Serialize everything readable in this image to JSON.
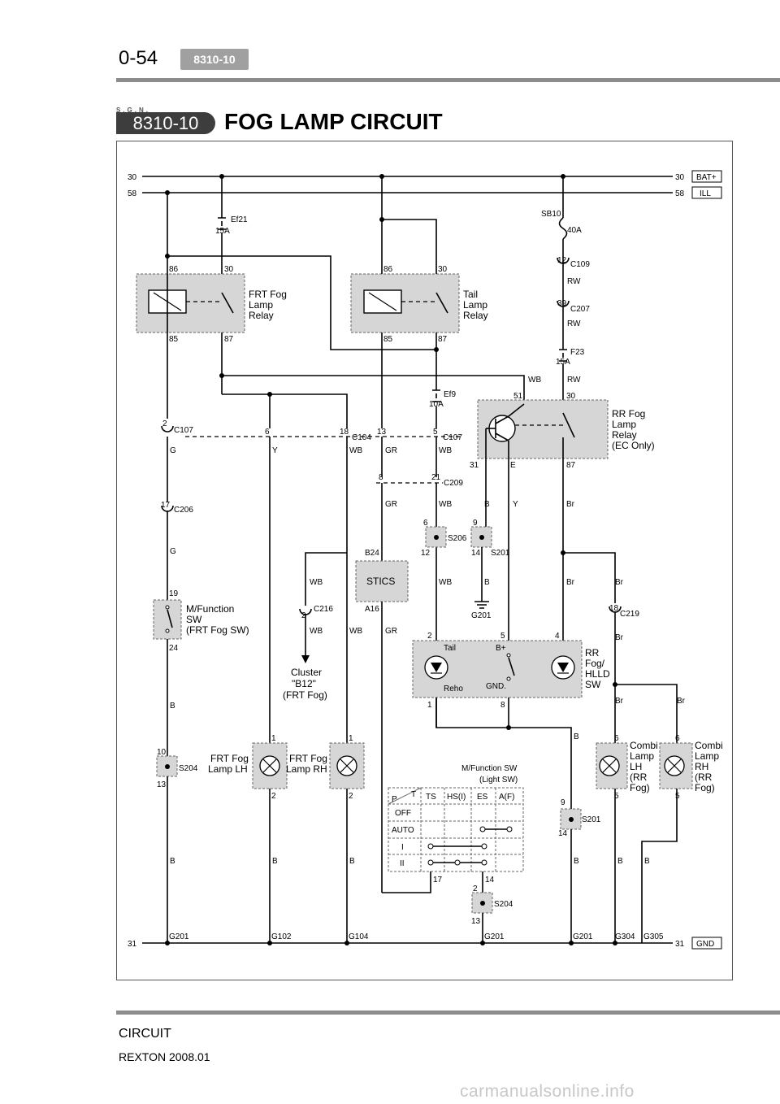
{
  "header": {
    "page_number": "0-54",
    "section_tab": "8310-10"
  },
  "title": {
    "badge_top": "S.G.N.",
    "badge": "8310-10",
    "text": "FOG LAMP CIRCUIT"
  },
  "footer": {
    "section": "CIRCUIT",
    "model": "REXTON 2008.01",
    "watermark": "carmanualsonline.info"
  },
  "diagram": {
    "rails": {
      "top_left": "30",
      "top_right": "30",
      "ill_left": "58",
      "ill_right": "58",
      "gnd_left": "31",
      "gnd_right": "31"
    },
    "rail_tags": {
      "bat": "BAT+",
      "ill": "ILL",
      "gnd": "GND"
    },
    "fuses": {
      "ef21": "Ef21",
      "ef21_rating": "15A",
      "sb10": "SB10",
      "sb10_rating": "40A",
      "f23": "F23",
      "f23_rating": "15A",
      "ef9": "Ef9",
      "ef9_rating": "10A"
    },
    "relays": {
      "frt": {
        "label": [
          "FRT Fog",
          "Lamp",
          "Relay"
        ],
        "p86": "86",
        "p30": "30",
        "p85": "85",
        "p87": "87"
      },
      "tail": {
        "label": [
          "Tail",
          "Lamp",
          "Relay"
        ],
        "p86": "86",
        "p30": "30",
        "p85": "85",
        "p87": "87"
      },
      "rr": {
        "label": [
          "RR Fog",
          "Lamp",
          "Relay",
          "(EC Only)"
        ],
        "p51": "51",
        "p30": "30",
        "p31": "31",
        "pE": "E",
        "p87": "87"
      }
    },
    "connectors": {
      "c109_pin": "12",
      "c109": "C109",
      "c207_pin": "39",
      "c207": "C207",
      "c107a_pin": "2",
      "c107a": "C107",
      "c206_pin": "17",
      "c206": "C206",
      "c104_pin_a": "6",
      "c104_pin_b": "18",
      "c104": "C104",
      "c107b_pin_a": "13",
      "c107b_pin_b": "5",
      "c107b": "C107",
      "c209_pin_a": "8",
      "c209_pin_b": "21",
      "c209": "C209",
      "c216_pin": "2",
      "c216": "C216",
      "c219_pin": "18",
      "c219": "C219"
    },
    "splices": {
      "s206": "S206",
      "s206_top": "6",
      "s206_bot": "12",
      "s201a": "S201",
      "s201a_top": "9",
      "s201a_bot": "14",
      "s204a": "S204",
      "s204a_top": "10",
      "s204a_bot": "13",
      "s201b": "S201",
      "s201b_top": "9",
      "s201b_bot": "14",
      "s204b": "S204",
      "s204b_top": "2",
      "s204b_bot": "13"
    },
    "wires": {
      "g": "G",
      "y": "Y",
      "wb": "WB",
      "gr": "GR",
      "b": "B",
      "br": "Br",
      "rw": "RW"
    },
    "multifunction": {
      "label": [
        "M/Function",
        "SW",
        "(FRT Fog SW)"
      ],
      "pin_top": "19",
      "pin_bot": "24"
    },
    "stics": {
      "label": "STICS",
      "pin_top": "B24",
      "pin_bot": "A16"
    },
    "cluster": {
      "label": [
        "Cluster",
        "\"B12\"",
        "(FRT Fog)"
      ]
    },
    "rr_switch": {
      "label": [
        "RR",
        "Fog/",
        "HLLD",
        "SW"
      ],
      "tail": "Tail",
      "reho": "Reho",
      "bplus": "B+",
      "gnd": "GND.",
      "p2": "2",
      "p5": "5",
      "p4": "4",
      "p1": "1",
      "p8": "8"
    },
    "lamps": {
      "frt_lh": {
        "label": [
          "FRT Fog",
          "Lamp LH"
        ],
        "p1": "1",
        "p2": "2"
      },
      "frt_rh": {
        "label": [
          "FRT Fog",
          "Lamp RH"
        ],
        "p1": "1",
        "p2": "2"
      },
      "combi_lh": {
        "label": [
          "Combi",
          "Lamp",
          "LH",
          "(RR",
          "Fog)"
        ],
        "p6": "6",
        "p5": "5"
      },
      "combi_rh": {
        "label": [
          "Combi",
          "Lamp",
          "RH",
          "(RR",
          "Fog)"
        ],
        "p6": "6",
        "p5": "5"
      }
    },
    "light_sw": {
      "title": [
        "M/Function SW",
        "(Light SW)"
      ],
      "corner_p": "P",
      "corner_t": "T",
      "columns": [
        "TS",
        "HS(I)",
        "ES",
        "A(F)"
      ],
      "rows": [
        "OFF",
        "AUTO",
        "I",
        "II"
      ],
      "pin_a": "17",
      "pin_b": "14"
    },
    "g201": "G201",
    "grounds": [
      "G201",
      "G102",
      "G104",
      "G201",
      "G201",
      "G304",
      "G305"
    ]
  }
}
